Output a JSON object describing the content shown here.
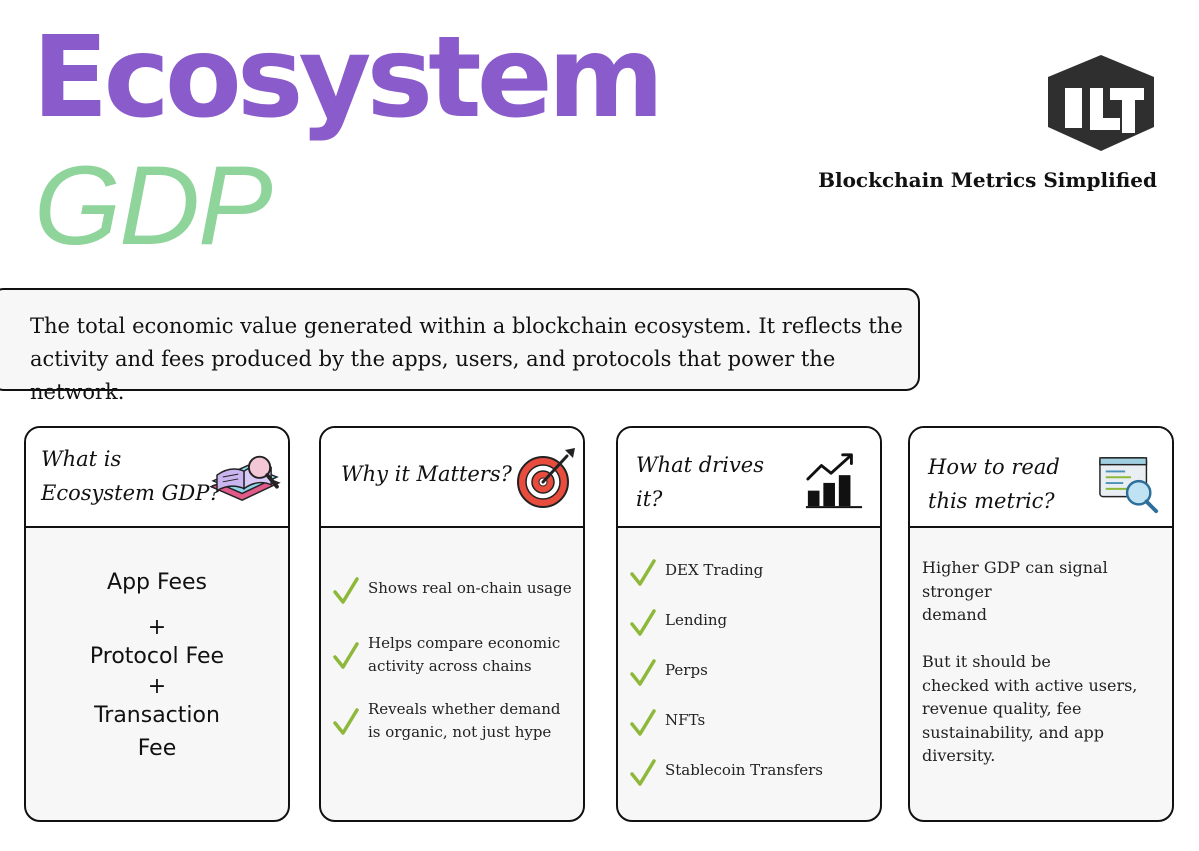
{
  "header": {
    "title": "Ecosystem",
    "subtitle": "GDP",
    "tagline": "Blockchain Metrics Simplified",
    "logo_icon": "hexagon-cube-logo-icon"
  },
  "definition": {
    "line1": "The total economic value generated within a blockchain ecosystem. It reflects the",
    "line2": "activity and fees produced by the apps, users, and protocols that power the network."
  },
  "colors": {
    "title_purple": "#8a5bcb",
    "subtitle_green": "#8fd49b",
    "check_green": "#8db83a",
    "card_background": "#f7f7f7"
  },
  "cards": [
    {
      "title_lines": [
        "What is",
        "Ecosystem GDP?"
      ],
      "icon": "book-magnifier-icon",
      "formula": [
        "App Fees",
        "+",
        "Protocol Fee",
        "+",
        "Transaction",
        "Fee"
      ]
    },
    {
      "title_lines": [
        "Why it Matters?"
      ],
      "icon": "target-arrow-icon",
      "items": [
        [
          "Shows real on-chain usage"
        ],
        [
          "Helps compare economic",
          "activity across chains"
        ],
        [
          "Reveals whether demand",
          "is organic, not just hype"
        ]
      ]
    },
    {
      "title_lines": [
        "What drives",
        "it?"
      ],
      "icon": "growth-chart-icon",
      "items": [
        [
          "DEX Trading"
        ],
        [
          "Lending"
        ],
        [
          "Perps"
        ],
        [
          "NFTs"
        ],
        [
          "Stablecoin Transfers"
        ]
      ]
    },
    {
      "title_lines": [
        "How to read",
        "this metric?"
      ],
      "icon": "analytics-magnifier-icon",
      "para1": [
        "Higher GDP can signal",
        "stronger",
        "demand"
      ],
      "para2": [
        "But it should be",
        "checked with active users,",
        "revenue quality, fee",
        "sustainability, and app",
        "diversity."
      ]
    }
  ]
}
